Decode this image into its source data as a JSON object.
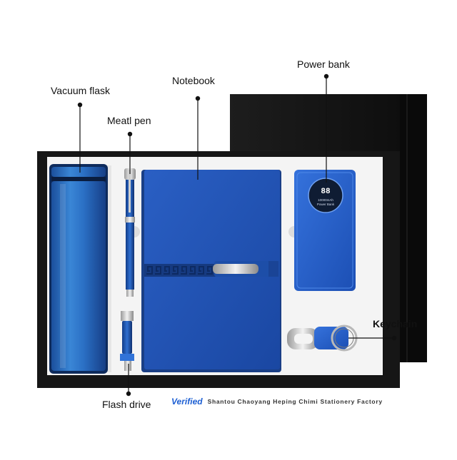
{
  "labels": {
    "vacuum_flask": "Vacuum flask",
    "metal_pen": "Meatl pen",
    "notebook": "Notebook",
    "power_bank": "Power bank",
    "keychain": "Keychain",
    "flash_drive": "Flash drive"
  },
  "power_bank_display": {
    "digits": "88",
    "capacity": "10000mAh",
    "text": "Power Bank"
  },
  "footer": {
    "badge": "Verified",
    "company": "Shantou Chaoyang Heping Chimi Stationery Factory"
  },
  "colors": {
    "product_blue": "#1f55b8",
    "box_black": "#141414",
    "tray_white": "#f4f4f4",
    "badge_blue": "#1d5fd3"
  },
  "icons": [
    "check-verified-icon"
  ]
}
